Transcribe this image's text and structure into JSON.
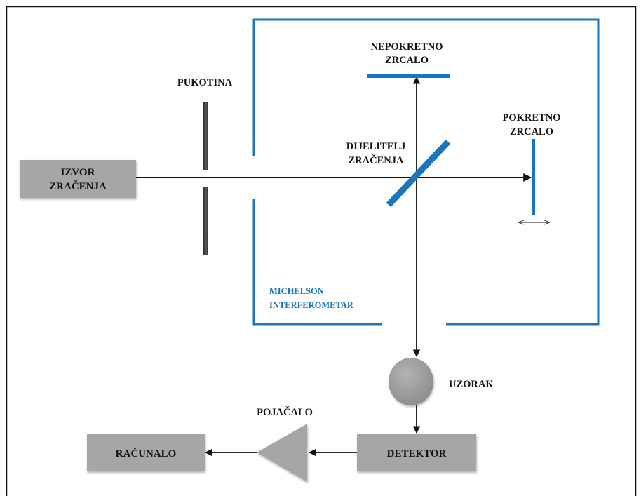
{
  "diagram": {
    "labels": {
      "source_line1": "IZVOR",
      "source_line2": "ZRAČENJA",
      "slit": "PUKOTINA",
      "fixed_mirror_line1": "NEPOKRETNO",
      "fixed_mirror_line2": "ZRCALO",
      "moving_mirror_line1": "POKRETNO",
      "moving_mirror_line2": "ZRCALO",
      "splitter_line1": "DIJELITELJ",
      "splitter_line2": "ZRAČENJA",
      "interferometer_line1": "MICHELSON",
      "interferometer_line2": "INTERFEROMETAR",
      "sample": "UZORAK",
      "amplifier": "POJAČALO",
      "detector": "DETEKTOR",
      "computer": "RAČUNALO"
    },
    "colors": {
      "mirror_blue": "#1a75bd",
      "box_gray": "#a6a6a6",
      "slit_dark": "#3a3a3a",
      "arrow": "#111111"
    }
  }
}
